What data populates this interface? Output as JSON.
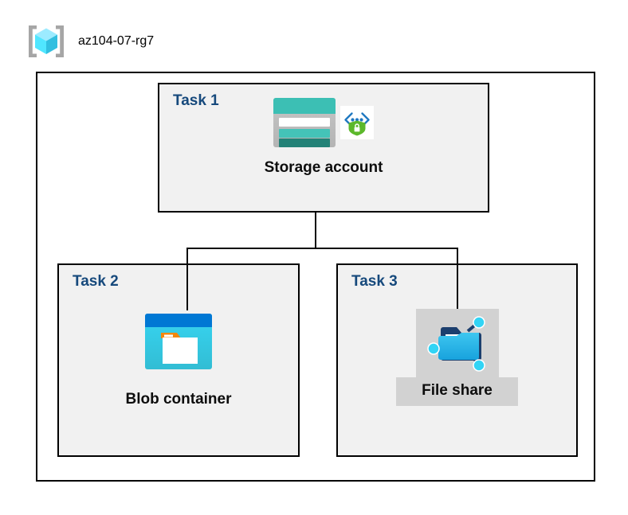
{
  "header": {
    "icon": "resource-group-icon",
    "title": "az104-07-rg7"
  },
  "diagram": {
    "type": "azure-architecture",
    "container_name": "resource-group-container",
    "tasks": [
      {
        "id": "task-1",
        "label": "Task 1",
        "node_caption": "Storage account",
        "icons": [
          "storage-account-icon",
          "secure-code-shield-icon"
        ],
        "highlighted": false
      },
      {
        "id": "task-2",
        "label": "Task 2",
        "node_caption": "Blob container",
        "icons": [
          "blob-container-icon"
        ],
        "highlighted": false
      },
      {
        "id": "task-3",
        "label": "Task 3",
        "node_caption": "File share",
        "icons": [
          "file-share-icon"
        ],
        "highlighted": true
      }
    ],
    "connectors": [
      {
        "name": "storage-account-to-blob-container",
        "from": "task-1",
        "to": "task-2"
      },
      {
        "name": "storage-account-to-file-share",
        "from": "task-1",
        "to": "task-3"
      }
    ]
  },
  "colors": {
    "task_label": "#16497c",
    "task_box_fill": "#f1f1f1",
    "border": "#000000",
    "connector": "#0a0a0a",
    "highlight": "#d2d2d2",
    "storage_teal": "#3cbfb4",
    "blob_blue": "#0078d4",
    "blob_cyan": "#32d4f5",
    "folder_orange": "#f2870d",
    "shield_green": "#5cb82b",
    "cube_cyan": "#50e6ff"
  }
}
